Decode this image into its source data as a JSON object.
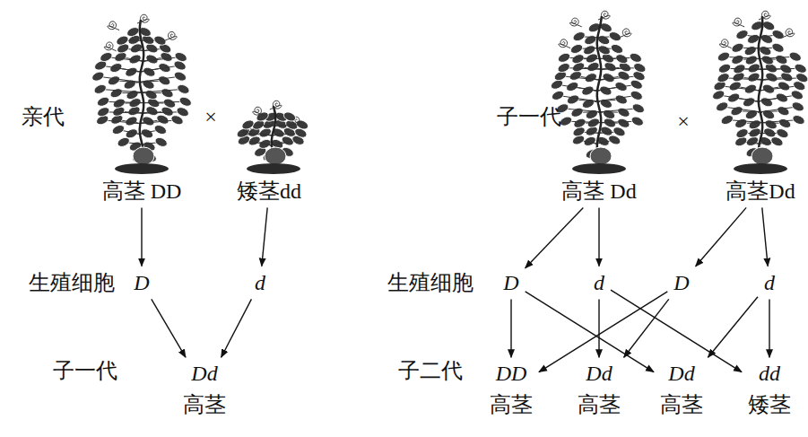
{
  "diagram": {
    "nodes": [
      {
        "text": [
          "高茎 DD"
        ]
      },
      {
        "text": [
          "矮茎dd"
        ]
      },
      {
        "text": [
          "D"
        ]
      },
      {
        "text": [
          "d"
        ]
      },
      {
        "text": [
          "Dd",
          "高茎"
        ]
      },
      {
        "text": [
          "高茎 Dd"
        ]
      },
      {
        "text": [
          "高茎Dd"
        ]
      },
      {
        "text": [
          "D"
        ]
      },
      {
        "text": [
          "d"
        ]
      },
      {
        "text": [
          "D"
        ]
      },
      {
        "text": [
          "d"
        ]
      },
      {
        "text": [
          "DD",
          "高茎"
        ]
      },
      {
        "text": [
          "Dd",
          "高茎"
        ]
      },
      {
        "text": [
          "Dd",
          "高茎"
        ]
      },
      {
        "text": [
          "dd",
          "矮茎"
        ]
      }
    ],
    "edges": [
      {
        "from": 0,
        "to": 2,
        "arrow": "to"
      },
      {
        "from": 1,
        "to": 3,
        "arrow": "to"
      },
      {
        "from": 2,
        "to": 4,
        "arrow": "to"
      },
      {
        "from": 3,
        "to": 4,
        "arrow": "to"
      },
      {
        "from": 5,
        "to": 7,
        "arrow": "to"
      },
      {
        "from": 5,
        "to": 8,
        "arrow": "to"
      },
      {
        "from": 6,
        "to": 9,
        "arrow": "to"
      },
      {
        "from": 6,
        "to": 10,
        "arrow": "to"
      },
      {
        "from": 7,
        "to": 11,
        "arrow": "to"
      },
      {
        "from": 7,
        "to": 13,
        "arrow": "to"
      },
      {
        "from": 8,
        "to": 12,
        "arrow": "to"
      },
      {
        "from": 8,
        "to": 14,
        "arrow": "to"
      },
      {
        "from": 9,
        "to": 11,
        "arrow": "to"
      },
      {
        "from": 9,
        "to": 12,
        "arrow": "to"
      },
      {
        "from": 10,
        "to": 13,
        "arrow": "to"
      },
      {
        "from": 10,
        "to": 14,
        "arrow": "to"
      }
    ],
    "labels": [
      "亲代",
      "×",
      "生殖细胞",
      "子一代",
      "子一代",
      "×",
      "生殖细胞",
      "子二代"
    ]
  }
}
